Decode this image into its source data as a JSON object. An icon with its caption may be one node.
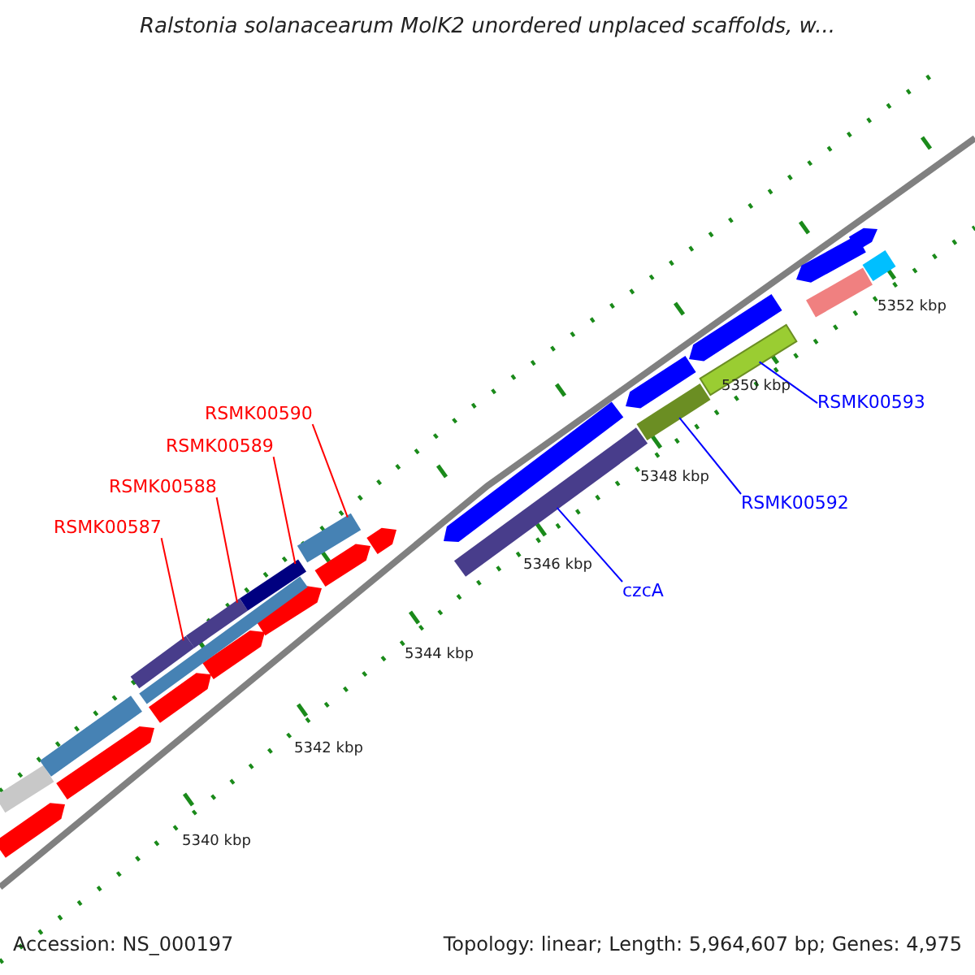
{
  "diagram": {
    "title": "Ralstonia solanacearum MolK2 unordered unplaced scaffolds, w...",
    "nodes": [
      {
        "text": [
          "RSMK00590"
        ]
      },
      {
        "text": [
          "RSMK00589"
        ]
      },
      {
        "text": [
          "RSMK00588"
        ]
      },
      {
        "text": [
          "RSMK00587"
        ]
      },
      {
        "text": [
          "RSMK00593"
        ]
      },
      {
        "text": [
          "RSMK00592"
        ]
      },
      {
        "text": [
          "czcA"
        ]
      },
      {
        "text": [],
        "shape": "bar"
      },
      {
        "text": [],
        "shape": "bar"
      },
      {
        "text": [],
        "shape": "bar"
      },
      {
        "text": [],
        "shape": "bar"
      },
      {
        "text": [],
        "shape": "bar"
      },
      {
        "text": [],
        "shape": "bar"
      },
      {
        "text": [],
        "shape": "bar"
      },
      {
        "text": [],
        "shape": "bar"
      },
      {
        "text": [],
        "shape": "bar"
      },
      {
        "text": [],
        "shape": "bar"
      },
      {
        "text": [],
        "shape": "bar"
      },
      {
        "text": [],
        "shape": "bar"
      },
      {
        "text": [],
        "shape": "bar"
      },
      {
        "text": [],
        "shape": "bar"
      },
      {
        "text": [],
        "shape": "bar"
      },
      {
        "text": [],
        "shape": "bar"
      },
      {
        "text": [],
        "shape": "bar"
      },
      {
        "text": [],
        "shape": "bar"
      },
      {
        "text": [],
        "shape": "bar"
      },
      {
        "text": [],
        "shape": "bar"
      },
      {
        "text": [],
        "shape": "bar"
      },
      {
        "text": [],
        "shape": "bar"
      },
      {
        "text": [],
        "shape": "bar"
      },
      {
        "text": [],
        "shape": "bar"
      }
    ],
    "edges": [
      {
        "from": 0,
        "to": 10,
        "arrow": "none"
      },
      {
        "from": 1,
        "to": 9,
        "arrow": "none"
      },
      {
        "from": 2,
        "to": 8,
        "arrow": "none"
      },
      {
        "from": 3,
        "to": 7,
        "arrow": "none"
      },
      {
        "from": 4,
        "to": 13,
        "arrow": "none",
        "color": "#0000ff"
      },
      {
        "from": 5,
        "to": 12,
        "arrow": "none",
        "color": "#0000ff"
      },
      {
        "from": 6,
        "to": 11,
        "arrow": "none",
        "color": "#0000ff"
      }
    ],
    "labels": [
      "5352 kbp",
      "5350 kbp",
      "5348 kbp",
      "5346 kbp",
      "5344 kbp",
      "5342 kbp",
      "5340 kbp",
      "Accession: NS_000197",
      "Topology: linear; Length: 5,964,607 bp; Genes: 4,975"
    ]
  }
}
